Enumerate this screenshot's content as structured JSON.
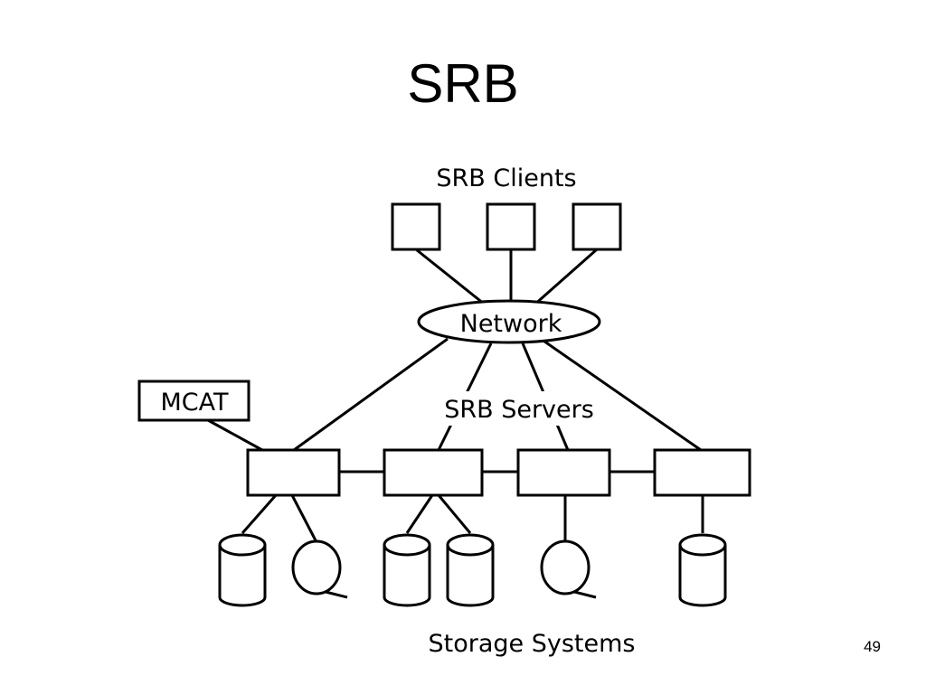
{
  "slide": {
    "title": "SRB",
    "page_number": "49"
  },
  "diagram": {
    "clients_label": "SRB Clients",
    "network_label": "Network",
    "mcat_label": "MCAT",
    "servers_label": "SRB Servers",
    "storage_label": "Storage Systems"
  }
}
